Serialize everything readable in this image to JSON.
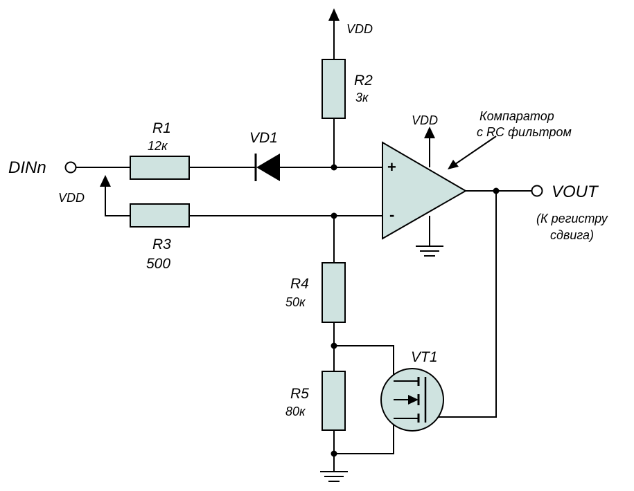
{
  "colors": {
    "component_fill": "#cfe3e0",
    "line": "#000000",
    "background": "#ffffff"
  },
  "labels": {
    "din": "DINn",
    "vout": "VOUT",
    "vout_note_1": "(К регистру",
    "vout_note_2": "сдвига)",
    "vdd_top": "VDD",
    "vdd_comp": "VDD",
    "vdd_left": "VDD",
    "comp_note_1": "Компаратор",
    "comp_note_2": "с RC фильтром",
    "plus": "+",
    "minus": "-"
  },
  "components": {
    "r1": {
      "name": "R1",
      "value": "12к"
    },
    "r2": {
      "name": "R2",
      "value": "3к"
    },
    "r3": {
      "name": "R3",
      "value": "500"
    },
    "r4": {
      "name": "R4",
      "value": "50к"
    },
    "r5": {
      "name": "R5",
      "value": "80к"
    },
    "vd1": {
      "name": "VD1"
    },
    "vt1": {
      "name": "VT1"
    }
  }
}
